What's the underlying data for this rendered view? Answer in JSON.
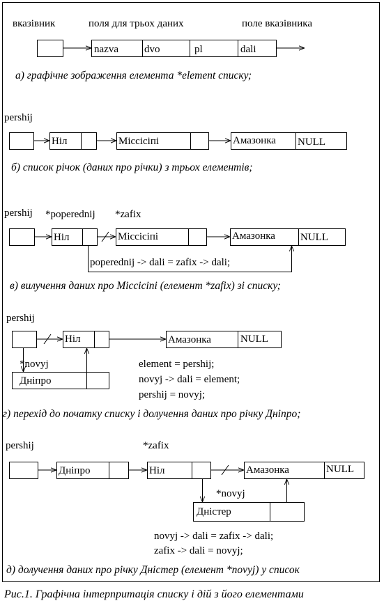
{
  "section_a": {
    "label_pointer": "вказівник",
    "label_fields": "поля для трьох даних",
    "label_pointer_field": "поле вказівника",
    "fields": [
      "nazva",
      "dvo",
      "pl",
      "dali"
    ],
    "caption": "а) графічне зображення елемента *element списку;"
  },
  "section_b": {
    "var_pershij": "pershij",
    "nodes": [
      "Ніл",
      "Міссісіпі",
      "Амазонка"
    ],
    "null_label": "NULL",
    "caption": "б) список річок (даних про річки) з трьох елементів;"
  },
  "section_v": {
    "var_pershij": "pershij",
    "var_poperednij": "*poperednij",
    "var_zafix": "*zafix",
    "nodes": [
      "Ніл",
      "Міссісіпі",
      "Амазонка"
    ],
    "null_label": "NULL",
    "code": "poperednij -> dali = zafix -> dali;",
    "caption": "в) вилучення даних про Міссісіпі (елемент *zafix) зі списку;"
  },
  "section_g": {
    "var_pershij": "pershij",
    "var_novyj": "*novyj",
    "nodes": [
      "Ніл",
      "Амазонка"
    ],
    "new_node": "Дніпро",
    "null_label": "NULL",
    "code": [
      "element = pershij;",
      "novyj -> dali = element;",
      "pershij = novyj;"
    ],
    "caption": "г) перехід до початку списку і долучення даних про річку Дніпро;"
  },
  "section_d": {
    "var_pershij": "pershij",
    "var_zafix": "*zafix",
    "var_novyj": "*novyj",
    "nodes": [
      "Дніпро",
      "Ніл",
      "Амазонка"
    ],
    "new_node": "Дністер",
    "null_label": "NULL",
    "code": [
      "novyj -> dali = zafix -> dali;",
      "zafix -> dali = novyj;"
    ],
    "caption": "д) долучення даних про річку Дністер (елемент *novyj) у список"
  },
  "figure_caption": "Рис.1. Графічна інтерпритація списку і дій з його елементами"
}
